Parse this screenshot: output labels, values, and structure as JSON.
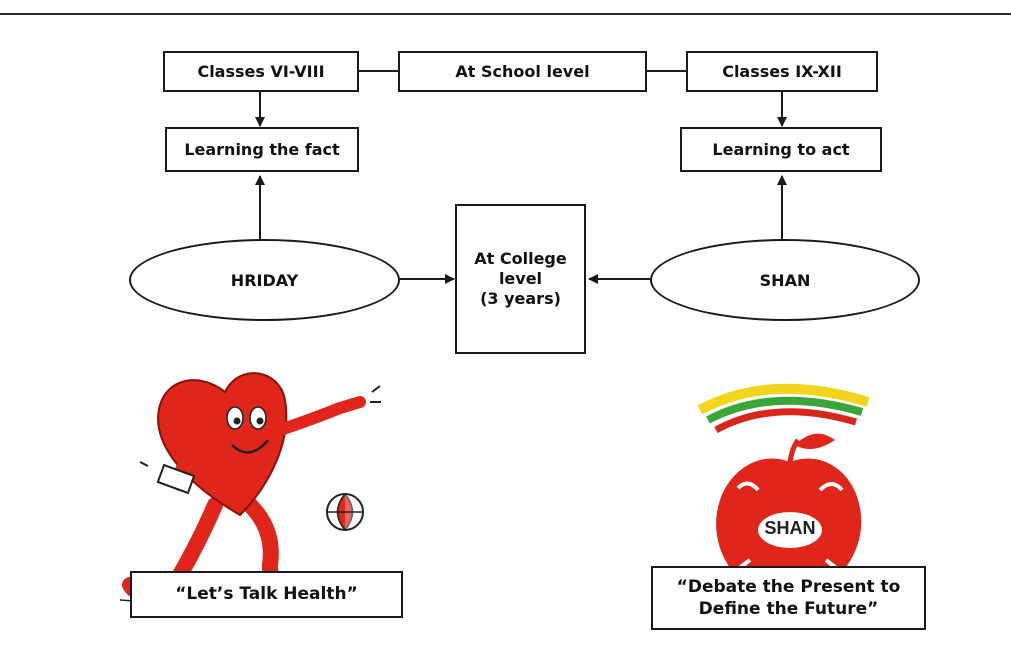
{
  "diagram": {
    "school_level": "At School level",
    "classes_left": "Classes VI-VIII",
    "classes_right": "Classes IX-XII",
    "learning_left": "Learning the fact",
    "learning_right": "Learning to act",
    "college_level": "At College\nlevel\n(3 years)",
    "program_left": "HRIDAY",
    "program_right": "SHAN"
  },
  "logos": {
    "shan_logo_text": "SHAN"
  },
  "captions": {
    "left": "“Let’s Talk Health”",
    "right": "“Debate the Present to\nDefine the Future”"
  },
  "colors": {
    "heart_red": "#e0261b",
    "apple_red": "#e0261b",
    "rainbow_yellow": "#f2d41a",
    "rainbow_green": "#3aa63a",
    "rainbow_red": "#d8261f"
  }
}
